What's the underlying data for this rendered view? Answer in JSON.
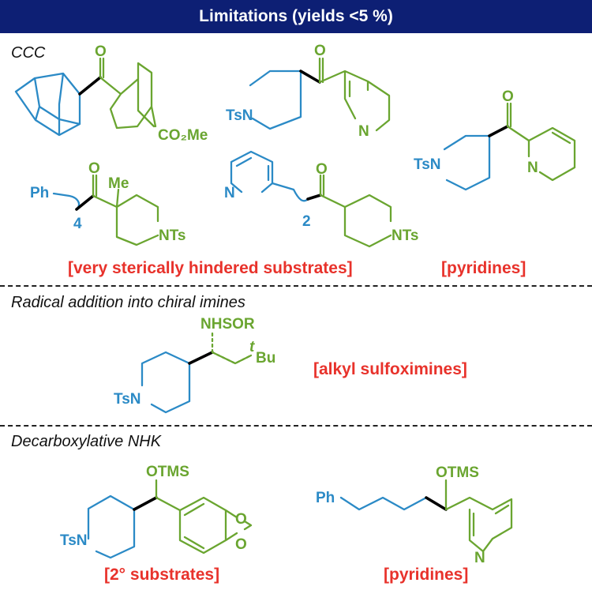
{
  "header": {
    "title": "Limitations (yields <5 %)"
  },
  "sections": {
    "ccc": "CCC",
    "radical": "Radical addition into chiral imines",
    "nhk": "Decarboxylative NHK"
  },
  "notes": {
    "steric": "[very sterically hindered substrates]",
    "pyridines_1": "[pyridines]",
    "sulfoximines": "[alkyl sulfoximines]",
    "secondary": "[2° substrates]",
    "pyridines_2": "[pyridines]"
  },
  "atoms": {
    "o": "O",
    "co2me": "CO₂Me",
    "tsn": "TsN",
    "nts": "NTs",
    "n": "N",
    "me": "Me",
    "ph": "Ph",
    "n4": "4",
    "n2": "2",
    "nhsor": "NHSOR",
    "tbu_sup": "t",
    "tbu": "Bu",
    "otms": "OTMS"
  },
  "colors": {
    "banner": "#0d1f74",
    "fragment_blue": "#2b8ac6",
    "fragment_green": "#6aa530",
    "warning": "#e8322b"
  }
}
